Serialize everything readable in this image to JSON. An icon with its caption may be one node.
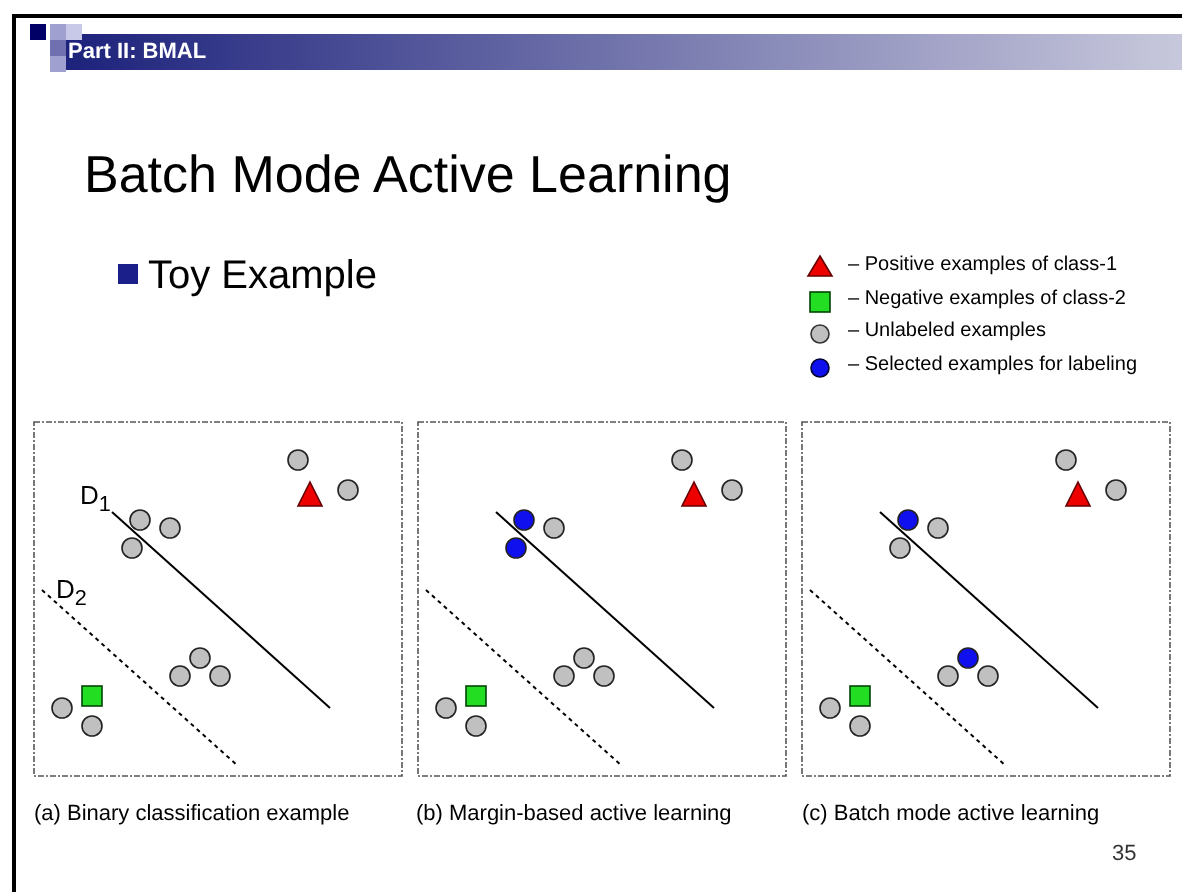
{
  "diagram": {
    "title": "Batch Mode Active Learning",
    "labels": [
      "Part II: BMAL",
      "Toy Example",
      "D$_{1}$",
      "D$_{2}$",
      "(a) Binary classification example",
      "(b) Margin-based active learning",
      "(c) Batch mode active learning",
      "35"
    ],
    "legend": [
      {
        "text": "– Positive examples of class-1"
      },
      {
        "text": "– Negative examples of class-2"
      },
      {
        "text": "– Unlabeled examples"
      },
      {
        "text": "– Selected examples for labeling"
      }
    ]
  }
}
